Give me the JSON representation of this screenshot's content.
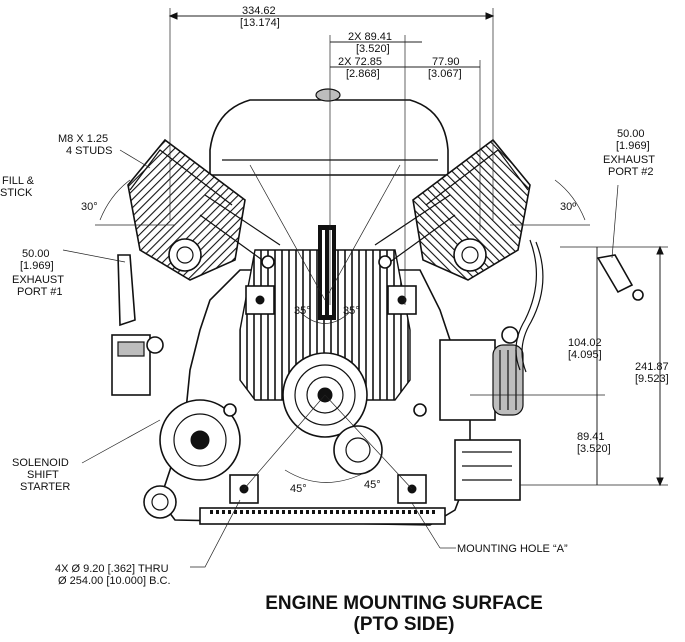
{
  "title": {
    "line1": "ENGINE MOUNTING SURFACE",
    "line2": "(PTO SIDE)"
  },
  "dimensions": {
    "overall_width": {
      "mm": "334.62",
      "in": "[13.174]"
    },
    "spacing_a": {
      "mm": "2X 89.41",
      "in": "[3.520]"
    },
    "spacing_b": {
      "mm": "2X 72.85",
      "in": "[2.868]"
    },
    "offset_c": {
      "mm": "77.90",
      "in": "[3.067]"
    },
    "exhaust_port_2_dim": {
      "mm": "50.00",
      "in": "[1.969]"
    },
    "exhaust_port_1_dim": {
      "mm": "50.00",
      "in": "[1.969]"
    },
    "height_total": {
      "mm": "241.87",
      "in": "[9.523]"
    },
    "height_mid": {
      "mm": "104.02",
      "in": "[4.095]"
    },
    "height_low": {
      "mm": "89.41",
      "in": "[3.520]"
    }
  },
  "callouts": {
    "studs_line1": "M8 X 1.25",
    "studs_line2": "4 STUDS",
    "fill_line1": "FILL &",
    "fill_line2": "STICK",
    "exhaust2_line1": "EXHAUST",
    "exhaust2_line2": "PORT #2",
    "exhaust1_line1": "EXHAUST",
    "exhaust1_line2": "PORT #1",
    "solenoid_line1": "SOLENOID",
    "solenoid_line2": "SHIFT",
    "solenoid_line3": "STARTER",
    "mounting_hole": "MOUNTING HOLE “A”",
    "holes_line1": "4X Ø 9.20 [.362] THRU",
    "holes_line2": "Ø 254.00 [10.000] B.C."
  },
  "angles": {
    "left_cyl": "30°",
    "right_cyl": "30º",
    "v_left": "35°",
    "v_right": "35°",
    "bottom_left": "45°",
    "bottom_right": "45°"
  }
}
